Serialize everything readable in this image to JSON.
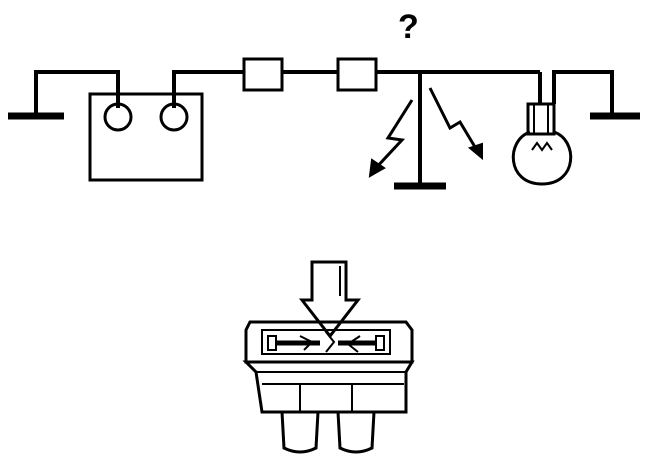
{
  "circuit": {
    "question_label": "?",
    "components": [
      "ground",
      "battery",
      "fuse-box",
      "fuse-box",
      "short-to-ground",
      "ground",
      "bulb",
      "ground"
    ],
    "fault": "short-circuit-spark-icon",
    "stroke_color": "#000000",
    "background_color": "#ffffff"
  },
  "fuse_detail": {
    "icon": "blown-blade-fuse-icon",
    "arrow": "down-arrow-icon"
  }
}
